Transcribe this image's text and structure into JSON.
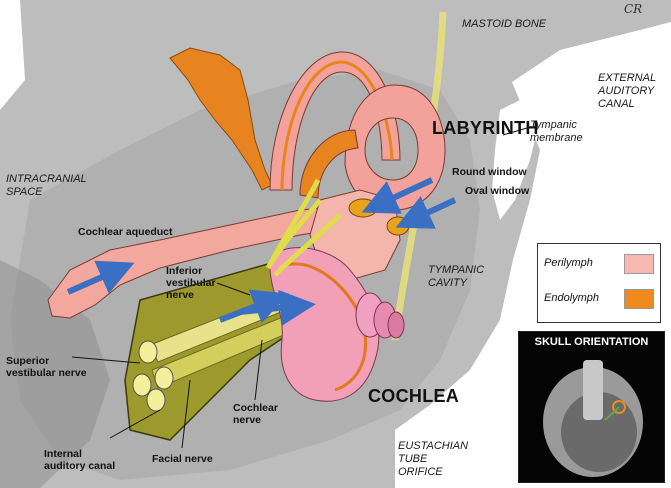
{
  "regions": {
    "mastoid": "MASTOID BONE",
    "external_canal": [
      "EXTERNAL",
      "AUDITORY",
      "CANAL"
    ],
    "intracranial": [
      "INTRACRANIAL",
      "SPACE"
    ],
    "tympanic_cavity": [
      "TYMPANIC",
      "CAVITY"
    ],
    "eustachian": [
      "EUSTACHIAN",
      "TUBE",
      "ORIFICE"
    ]
  },
  "titles": {
    "labyrinth": "LABYRINTH",
    "cochlea": "COCHLEA"
  },
  "labels": {
    "tympanic_membrane": [
      "Tympanic",
      "membrane"
    ],
    "round_window": "Round window",
    "oval_window": "Oval window",
    "cochlear_aqueduct": "Cochlear aqueduct",
    "inferior_vestibular_nerve": [
      "Inferior",
      "vestibular",
      "nerve"
    ],
    "superior_vestibular_nerve": [
      "Superior",
      "vestibular nerve"
    ],
    "cochlear_nerve": [
      "Cochlear",
      "nerve"
    ],
    "internal_auditory_canal": [
      "Internal",
      "auditory canal"
    ],
    "facial_nerve": "Facial nerve"
  },
  "legend": {
    "perilymph": "Perilymph",
    "endolymph": "Endolymph",
    "perilymph_color": "#f7b8b0",
    "endolymph_color": "#ef8a1e"
  },
  "inset": {
    "title": "SKULL ORIENTATION"
  },
  "signature": "CR"
}
